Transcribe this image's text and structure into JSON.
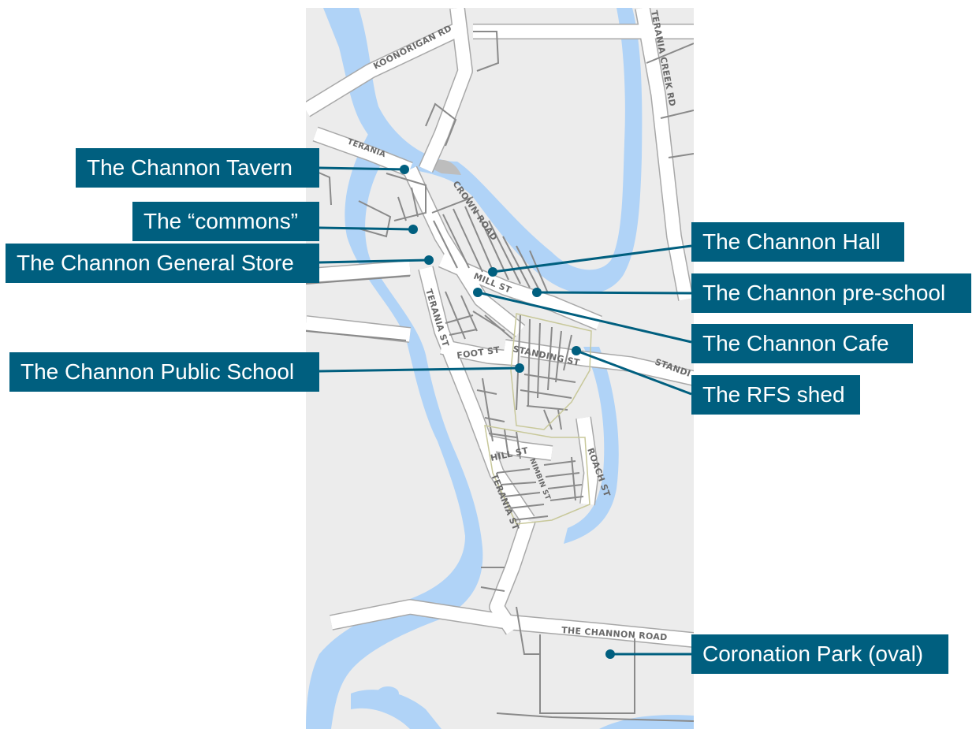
{
  "colors": {
    "water": "#b0d3f7",
    "road_fill": "#ffffff",
    "road_edge": "#a8a8a8",
    "land": "#ececec",
    "lot_line": "#8a8a8a",
    "zone_edge": "#c8c89a",
    "label_bg": "#005f7f",
    "label_text": "#ffffff",
    "leader": "#005f7f"
  },
  "streets": {
    "koonorigan_rd": "KOONORIGAN RD",
    "terania_creek_rd": "TERANIA CREEK RD",
    "terania_north": "TERANIA",
    "crown_road": "CROWN ROAD",
    "mill_st": "MILL ST",
    "terania_st_west": "TERANIA ST",
    "foot_st": "FOOT ST",
    "standing_st": "STANDING ST",
    "standing_east": "STANDI",
    "hill_st": "HILL ST",
    "nimbin_st": "NIMBIN ST",
    "roach_st": "ROACH ST",
    "terania_st_south": "TERANIA ST",
    "the_channon_road": "THE CHANNON ROAD"
  },
  "labels": {
    "tavern": "The Channon Tavern",
    "commons": "The “commons”",
    "general_store": "The Channon General Store",
    "public_school": "The Channon Public School",
    "hall": "The Channon Hall",
    "preschool": "The Channon pre-school",
    "cafe": "The Channon Cafe",
    "rfs_shed": "The RFS shed",
    "coronation_park": "Coronation Park (oval)"
  }
}
